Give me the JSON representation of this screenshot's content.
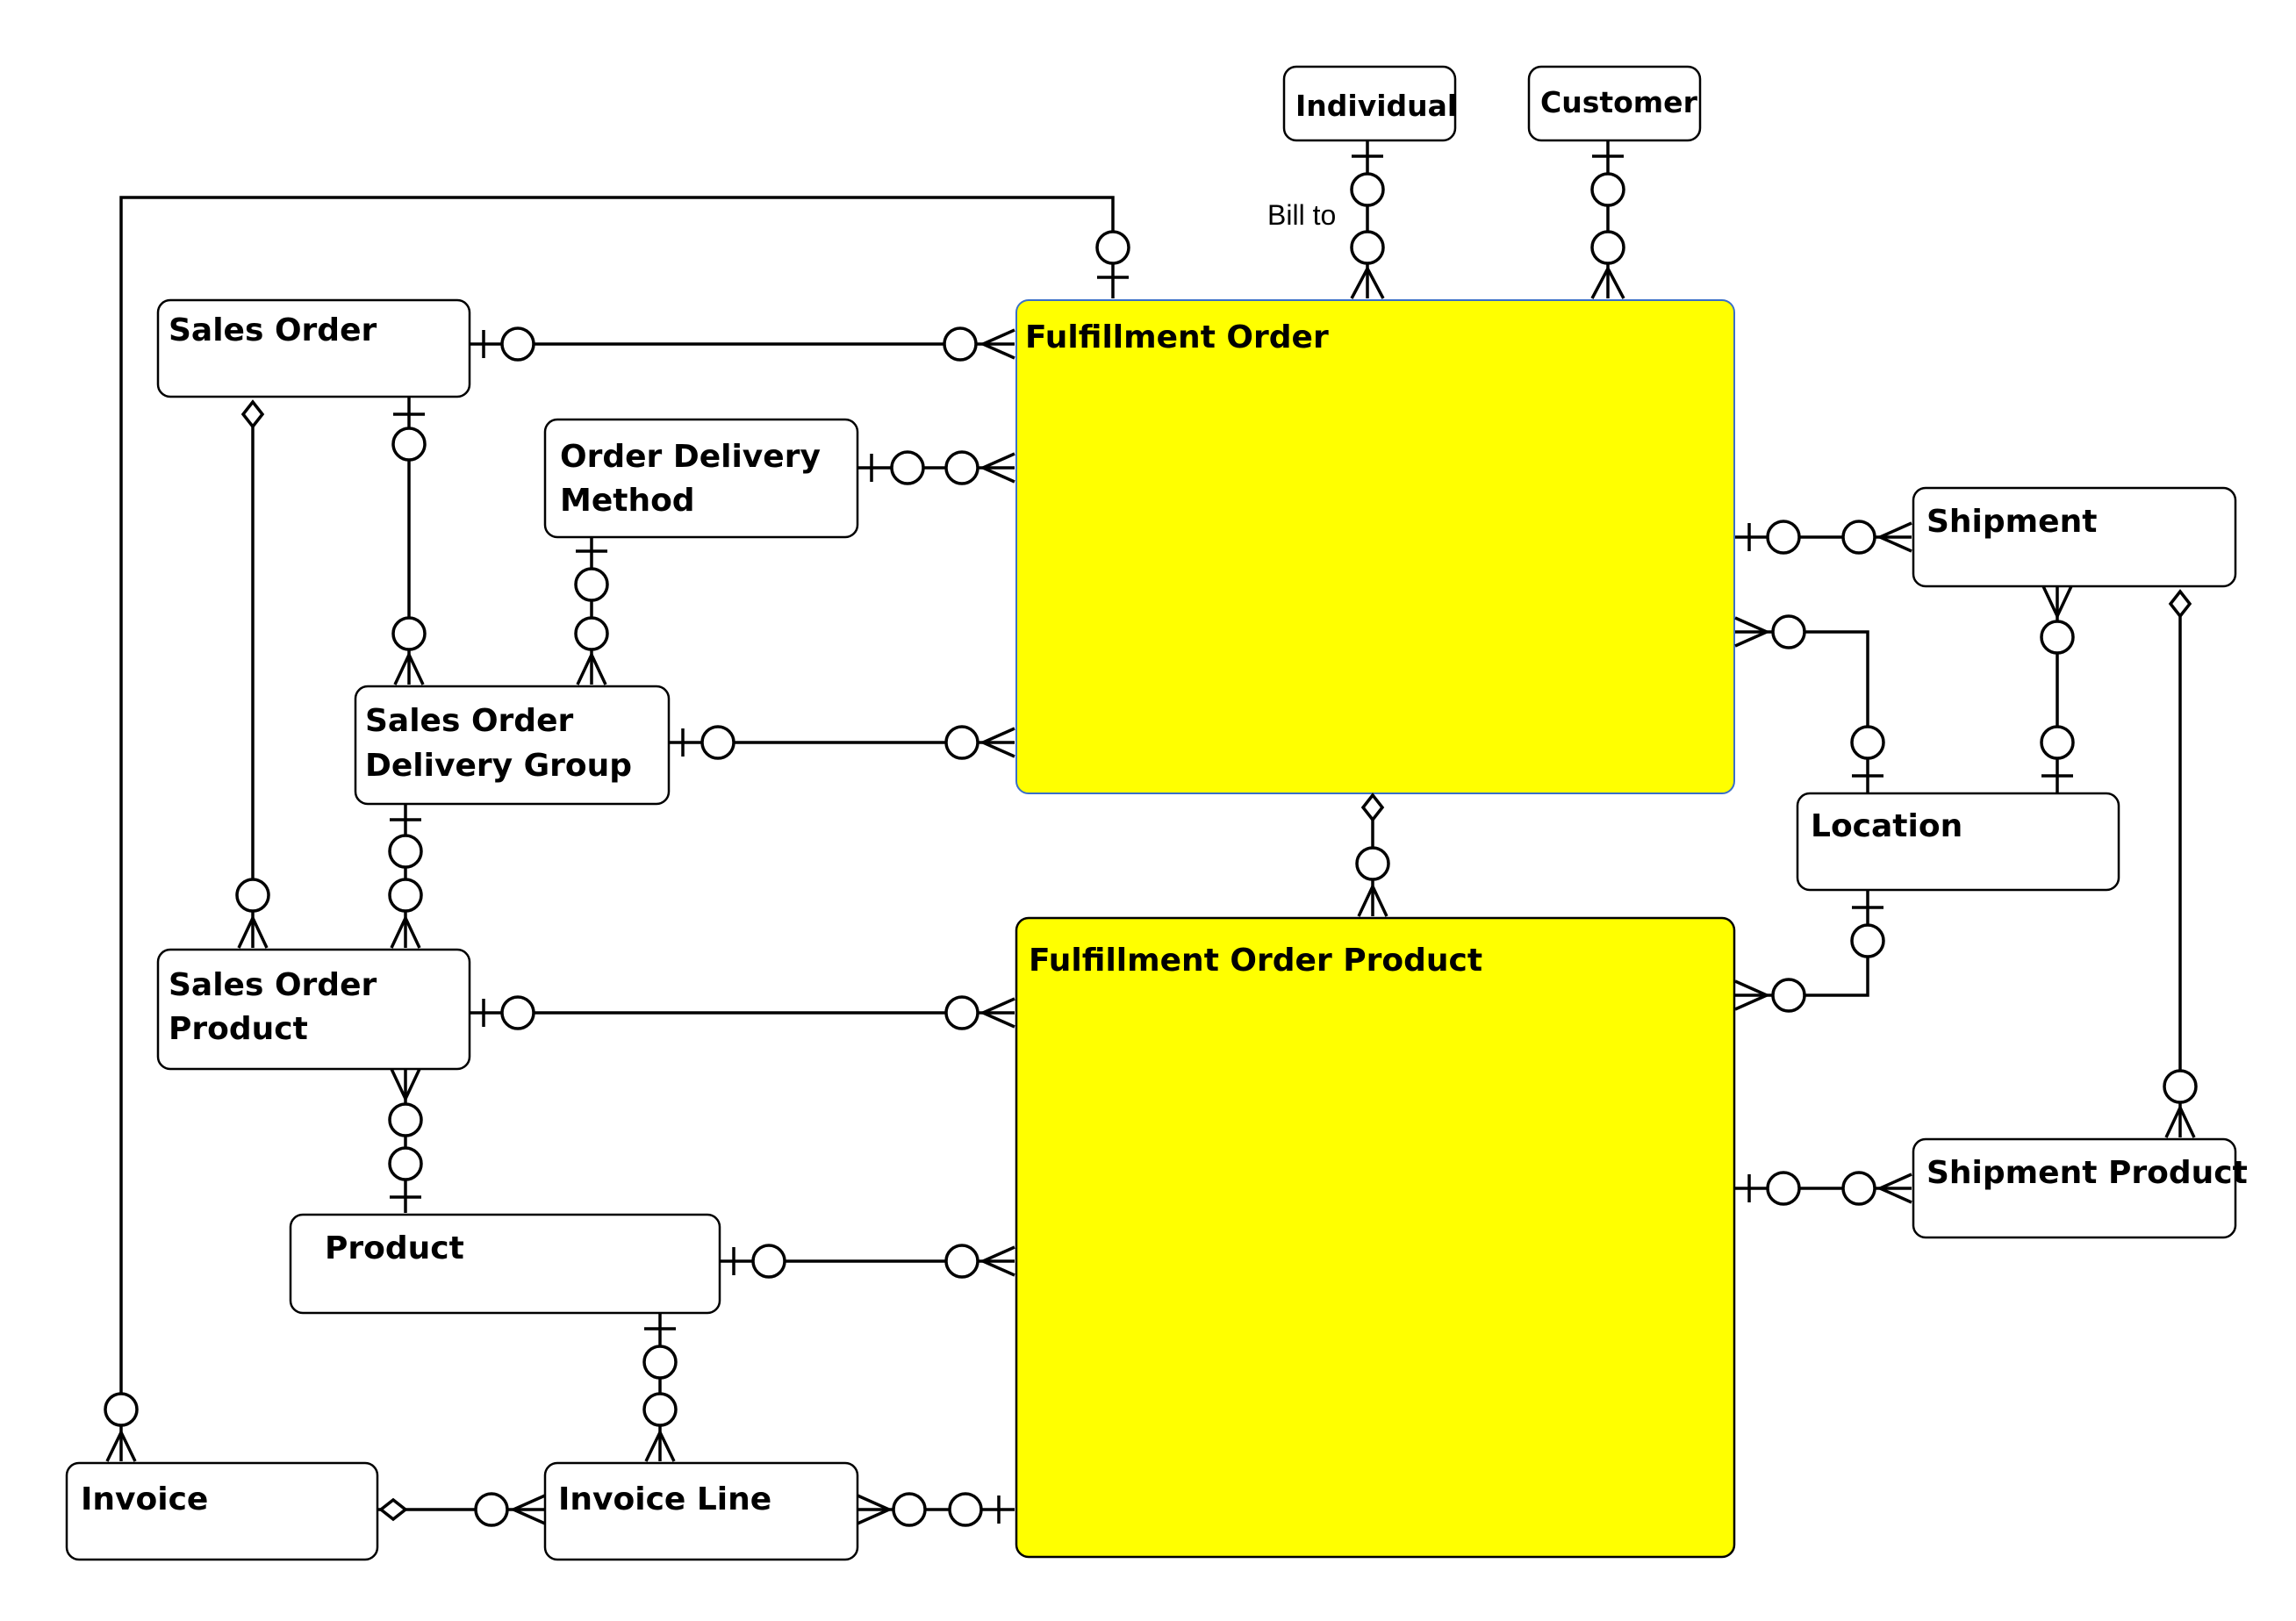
{
  "entities": {
    "individual": "Individual",
    "customer": "Customer",
    "sales_order": "Sales Order",
    "fulfillment_order": "Fulfillment Order",
    "order_delivery_method_line1": "Order Delivery",
    "order_delivery_method_line2": "Method",
    "shipment": "Shipment",
    "sales_order_delivery_group_line1": "Sales Order",
    "sales_order_delivery_group_line2": "Delivery Group",
    "location": "Location",
    "fulfillment_order_product": "Fulfillment Order Product",
    "sales_order_product_line1": "Sales Order",
    "sales_order_product_line2": "Product",
    "shipment_product": "Shipment Product",
    "product": "Product",
    "invoice": "Invoice",
    "invoice_line": "Invoice Line"
  },
  "relationships": {
    "bill_to": "Bill to"
  },
  "colors": {
    "highlight_fill": "#ffff00",
    "highlight_border": "#3a6fc8",
    "line": "#000000"
  }
}
